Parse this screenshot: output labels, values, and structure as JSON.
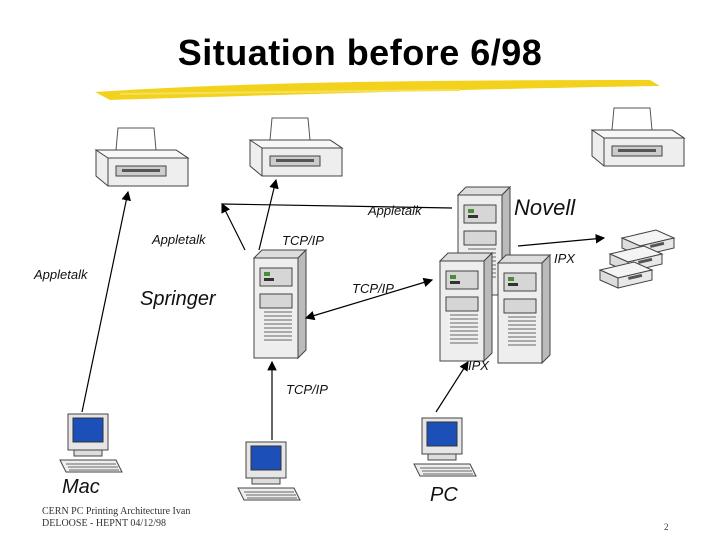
{
  "title": "Situation before 6/98",
  "labels": {
    "appletalk_top": "Appletalk",
    "appletalk_mid": "Appletalk",
    "appletalk_left": "Appletalk",
    "tcpip_top": "TCP/IP",
    "tcpip_mid": "TCP/IP",
    "tcpip_bottom": "TCP/IP",
    "ipx_right": "IPX",
    "ipx_bottom": "IPX",
    "novell": "Novell",
    "springer": "Springer",
    "mac": "Mac",
    "pc": "PC"
  },
  "footer": {
    "line1": "CERN PC Printing Architecture Ivan",
    "line2": "DELOOSE - HEPNT 04/12/98"
  },
  "page_number": "2",
  "colors": {
    "highlighter": "#f2d21c",
    "screen": "#1d4fb8",
    "device": "#e8e8e8",
    "line": "#000000"
  }
}
